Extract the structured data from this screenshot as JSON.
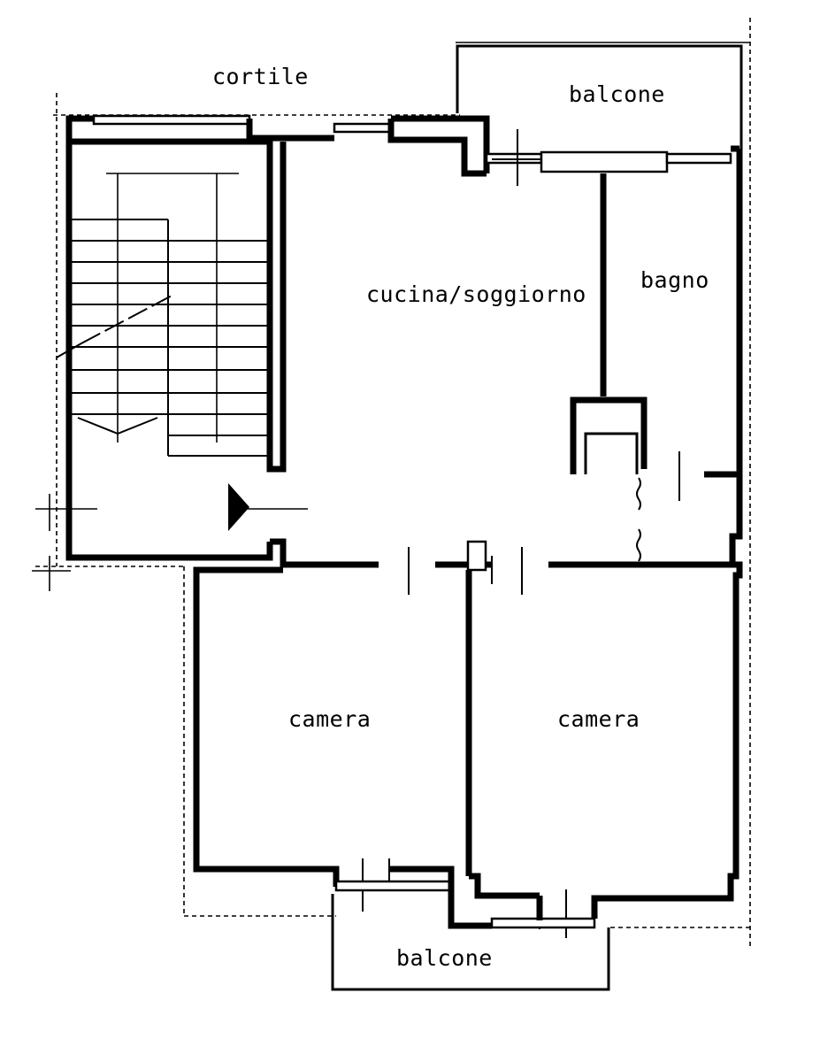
{
  "rooms": {
    "courtyard": "cortile",
    "balcony_top": "balcone",
    "bathroom": "bagno",
    "kitchen_living": "cucina/soggiorno",
    "bedroom_left": "camera",
    "bedroom_right": "camera",
    "balcony_bottom": "balcone"
  }
}
